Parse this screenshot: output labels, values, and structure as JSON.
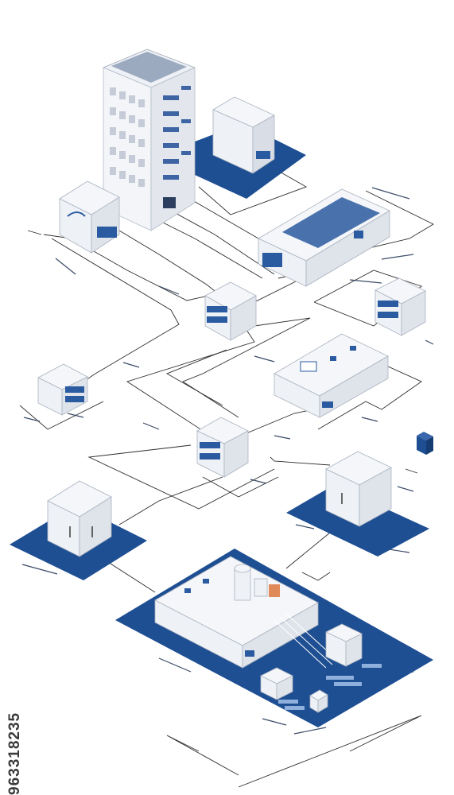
{
  "colors": {
    "platform_blue": "#1f4f93",
    "module_blue": "#2a5aa0",
    "box_white": "#f4f6f9",
    "box_side": "#dfe3ea",
    "box_dark_side": "#c9ced7",
    "line": "#2d2d2d"
  },
  "watermark": {
    "stock_id": "963318235"
  },
  "components": [
    "tower-building",
    "cabinet-on-platform-top",
    "router-box",
    "large-datacenter-hall",
    "switch-center",
    "switch-right",
    "switch-left",
    "control-unit",
    "switch-lower",
    "cabinet-left-platform",
    "cabinet-right-platform",
    "main-facility-platform",
    "blue-device-small"
  ]
}
